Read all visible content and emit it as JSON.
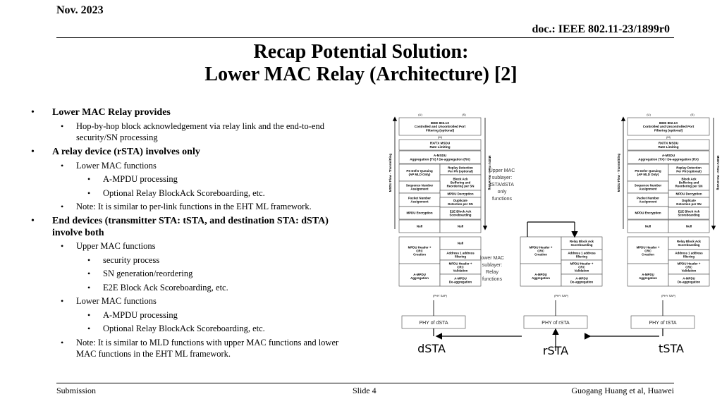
{
  "header": {
    "date": "Nov. 2023",
    "doc": "doc.: IEEE 802.11-23/1899r0"
  },
  "title": {
    "line1": "Recap Potential Solution:",
    "line2": "Lower MAC Relay (Architecture) [2]"
  },
  "bullets": [
    {
      "level": 1,
      "text": "Lower MAC Relay provides"
    },
    {
      "level": 2,
      "text": "Hop-by-hop block acknowledgement via relay link and the end-to-end"
    },
    {
      "level": 2,
      "text": "security/SN processing",
      "cont": true
    },
    {
      "level": 1,
      "text": "A relay device (rSTA) involves only"
    },
    {
      "level": 2,
      "text": "Lower MAC functions"
    },
    {
      "level": 3,
      "text": "A-MPDU processing"
    },
    {
      "level": 3,
      "text": "Optional Relay BlockAck Scoreboarding, etc."
    },
    {
      "level": 2,
      "text": "Note: It is similar to per-link functions in the EHT ML framework."
    },
    {
      "level": 1,
      "text": "End devices (transmitter STA: tSTA, and destination STA: dSTA)"
    },
    {
      "level": 1,
      "text": "involve both",
      "cont": true
    },
    {
      "level": 2,
      "text": "Upper MAC functions"
    },
    {
      "level": 3,
      "text": "security process"
    },
    {
      "level": 3,
      "text": "SN generation/reordering"
    },
    {
      "level": 3,
      "text": "E2E Block Ack Scoreboarding, etc."
    },
    {
      "level": 2,
      "text": "Lower MAC functions"
    },
    {
      "level": 3,
      "text": "A-MPDU processing"
    },
    {
      "level": 3,
      "text": "Optional Relay BlockAck Scoreboarding, etc."
    },
    {
      "level": 2,
      "text": "Note: It is similar to MLD functions with upper MAC functions and lower"
    },
    {
      "level": 2,
      "text": "MAC functions in the EHT ML framework.",
      "cont": true
    }
  ],
  "diagram": {
    "stack_upper": {
      "top_labels": [
        "(U)",
        "(S)"
      ],
      "ieee": [
        "IEEE 802.1X",
        "Controlled and Uncontrolled Port",
        "Filtering (optional)"
      ],
      "m_label": "(M)",
      "rxtx": [
        "RX/TX MSDU",
        "Rate Limiting"
      ],
      "amsdu": [
        "A-MSDU",
        "Aggregation (TX) / De-aggregation (RX)"
      ],
      "ps": [
        "PS Defer Queuing",
        "(AP MLD Only)"
      ],
      "replay": [
        "Replay Detection",
        "Per PN (optional)"
      ],
      "blockack": [
        "Block Ack",
        "Buffering and",
        "Reordering per SN"
      ],
      "seq": [
        "Sequence Number",
        "Assignment"
      ],
      "decrypt": "MPDU Decryption",
      "pn": [
        "Packet Number",
        "Assignment"
      ],
      "dup": [
        "Duplicate",
        "Detection per SN"
      ],
      "encrypt": "MPDU Encryption",
      "e2e": [
        "E2E Block Ack",
        "Scoreboarding"
      ],
      "null_l": "Null",
      "null_r": "Null"
    },
    "stack_lower": {
      "null": "Null",
      "relay_ba": [
        "Relay Block Ack",
        "Scoreboarding"
      ],
      "hdr_crc": [
        "MPDU Header +",
        "CRC",
        "Creation"
      ],
      "addr": [
        "Address 1 address",
        "filtering"
      ],
      "hdr_val": [
        "MPDU Header +",
        "CRC",
        "Validation"
      ],
      "ampdu_agg": [
        "A-MPDU",
        "Aggregation"
      ],
      "ampdu_deagg": [
        "A-MPDU",
        "De-aggregation"
      ],
      "phy_sap": "(PHY SAP)"
    },
    "flow_tx": "MSDU Flow - Transmitting",
    "flow_rx": "MSDU Flow - Receiving",
    "upper_note": [
      "Upper MAC",
      "sublayer:",
      "tSTA/dSTA",
      "only",
      "functions"
    ],
    "lower_note": [
      "lower MAC",
      "sublayer:",
      "Relay",
      "functions"
    ],
    "phy": {
      "dsta": "PHY of dSTA",
      "rsta": "PHY of rSTA",
      "tsta": "PHY of tSTA"
    },
    "stations": {
      "dsta": "dSTA",
      "rsta": "rSTA",
      "tsta": "tSTA"
    }
  },
  "footer": {
    "left": "Submission",
    "center": "Slide 4",
    "right": "Guogang Huang et al, Huawei"
  }
}
